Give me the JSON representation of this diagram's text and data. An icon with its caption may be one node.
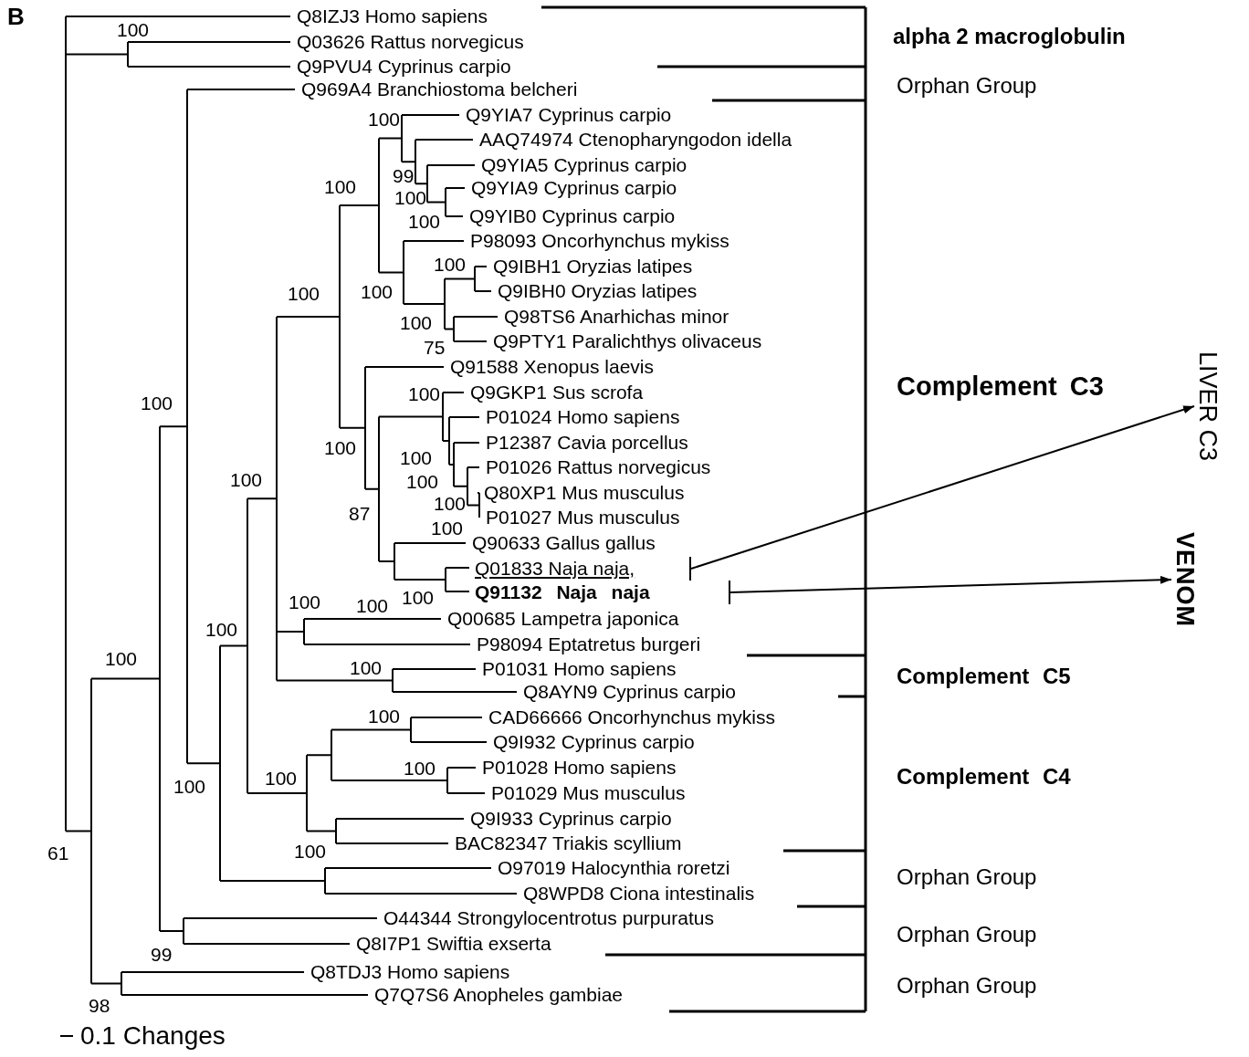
{
  "diagram": {
    "nodes": [
      {
        "text": [
          "Q01833 Naja naja,"
        ]
      },
      {
        "text": [
          "Q91132 Naja naja"
        ]
      },
      {
        "text": [
          "LIVER C3"
        ]
      },
      {
        "text": [
          "VENOM"
        ]
      }
    ],
    "edges": [
      {
        "from": 0,
        "to": 2,
        "arrow": "to"
      },
      {
        "from": 1,
        "to": 3,
        "arrow": "to"
      }
    ],
    "labels": [
      "B",
      "Q8IZJ3 Homo sapiens",
      "alpha 2 macroglobulin",
      "100",
      "Q03626 Rattus norvegicus",
      "Q9PVU4 Cyprinus carpio",
      "Orphan Group",
      "Q969A4 Branchiostoma belcheri",
      "Q9YIA7 Cyprinus carpio",
      "100",
      "AAQ74974 Ctenopharyngodon idella",
      "Q9YIA5 Cyprinus carpio",
      "99",
      "100",
      "Q9YIA9 Cyprinus carpio",
      "100",
      "Q9YIB0 Cyprinus carpio",
      "100",
      "P98093 Oncorhynchus mykiss",
      "100",
      "Q9IBH1 Oryzias latipes",
      "100",
      "100",
      "Q9IBH0 Oryzias latipes",
      "Q98TS6 Anarhichas minor",
      "100",
      "Q9PTY1 Paralichthys olivaceus",
      "75",
      "Q91588 Xenopus laevis",
      "Complement C3",
      "Q9GKP1 Sus scrofa",
      "100",
      "100",
      "P01024 Homo sapiens",
      "P12387 Cavia porcellus",
      "100",
      "100",
      "P01026 Rattus norvegicus",
      "100",
      "100",
      "Q80XP1 Mus musculus",
      "100",
      "87",
      "P01027 Mus musculus",
      "100",
      "Q90633 Gallus gallus",
      "100",
      "100",
      "100",
      "Q00685 Lampetra japonica",
      "100",
      "P98094 Eptatretus burgeri",
      "100",
      "100",
      "P01031 Homo sapiens",
      "Complement C5",
      "Q8AYN9 Cyprinus carpio",
      "100",
      "CAD66666 Oncorhynchus mykiss",
      "Q9I932 Cyprinus carpio",
      "100",
      "P01028 Homo sapiens",
      "Complement C4",
      "100",
      "100",
      "P01029 Mus musculus",
      "Q9I933 Cyprinus carpio",
      "BAC82347 Triakis scyllium",
      "61",
      "100",
      "O97019 Halocynthia roretzi",
      "Orphan Group",
      "Q8WPD8 Ciona intestinalis",
      "O44344 Strongylocentrotus purpuratus",
      "Orphan Group",
      "Q8I7P1 Swiftia exserta",
      "99",
      "Q8TDJ3 Homo sapiens",
      "Orphan Group",
      "Q7Q7S6 Anopheles gambiae",
      "98",
      "0.1 Changes"
    ]
  }
}
